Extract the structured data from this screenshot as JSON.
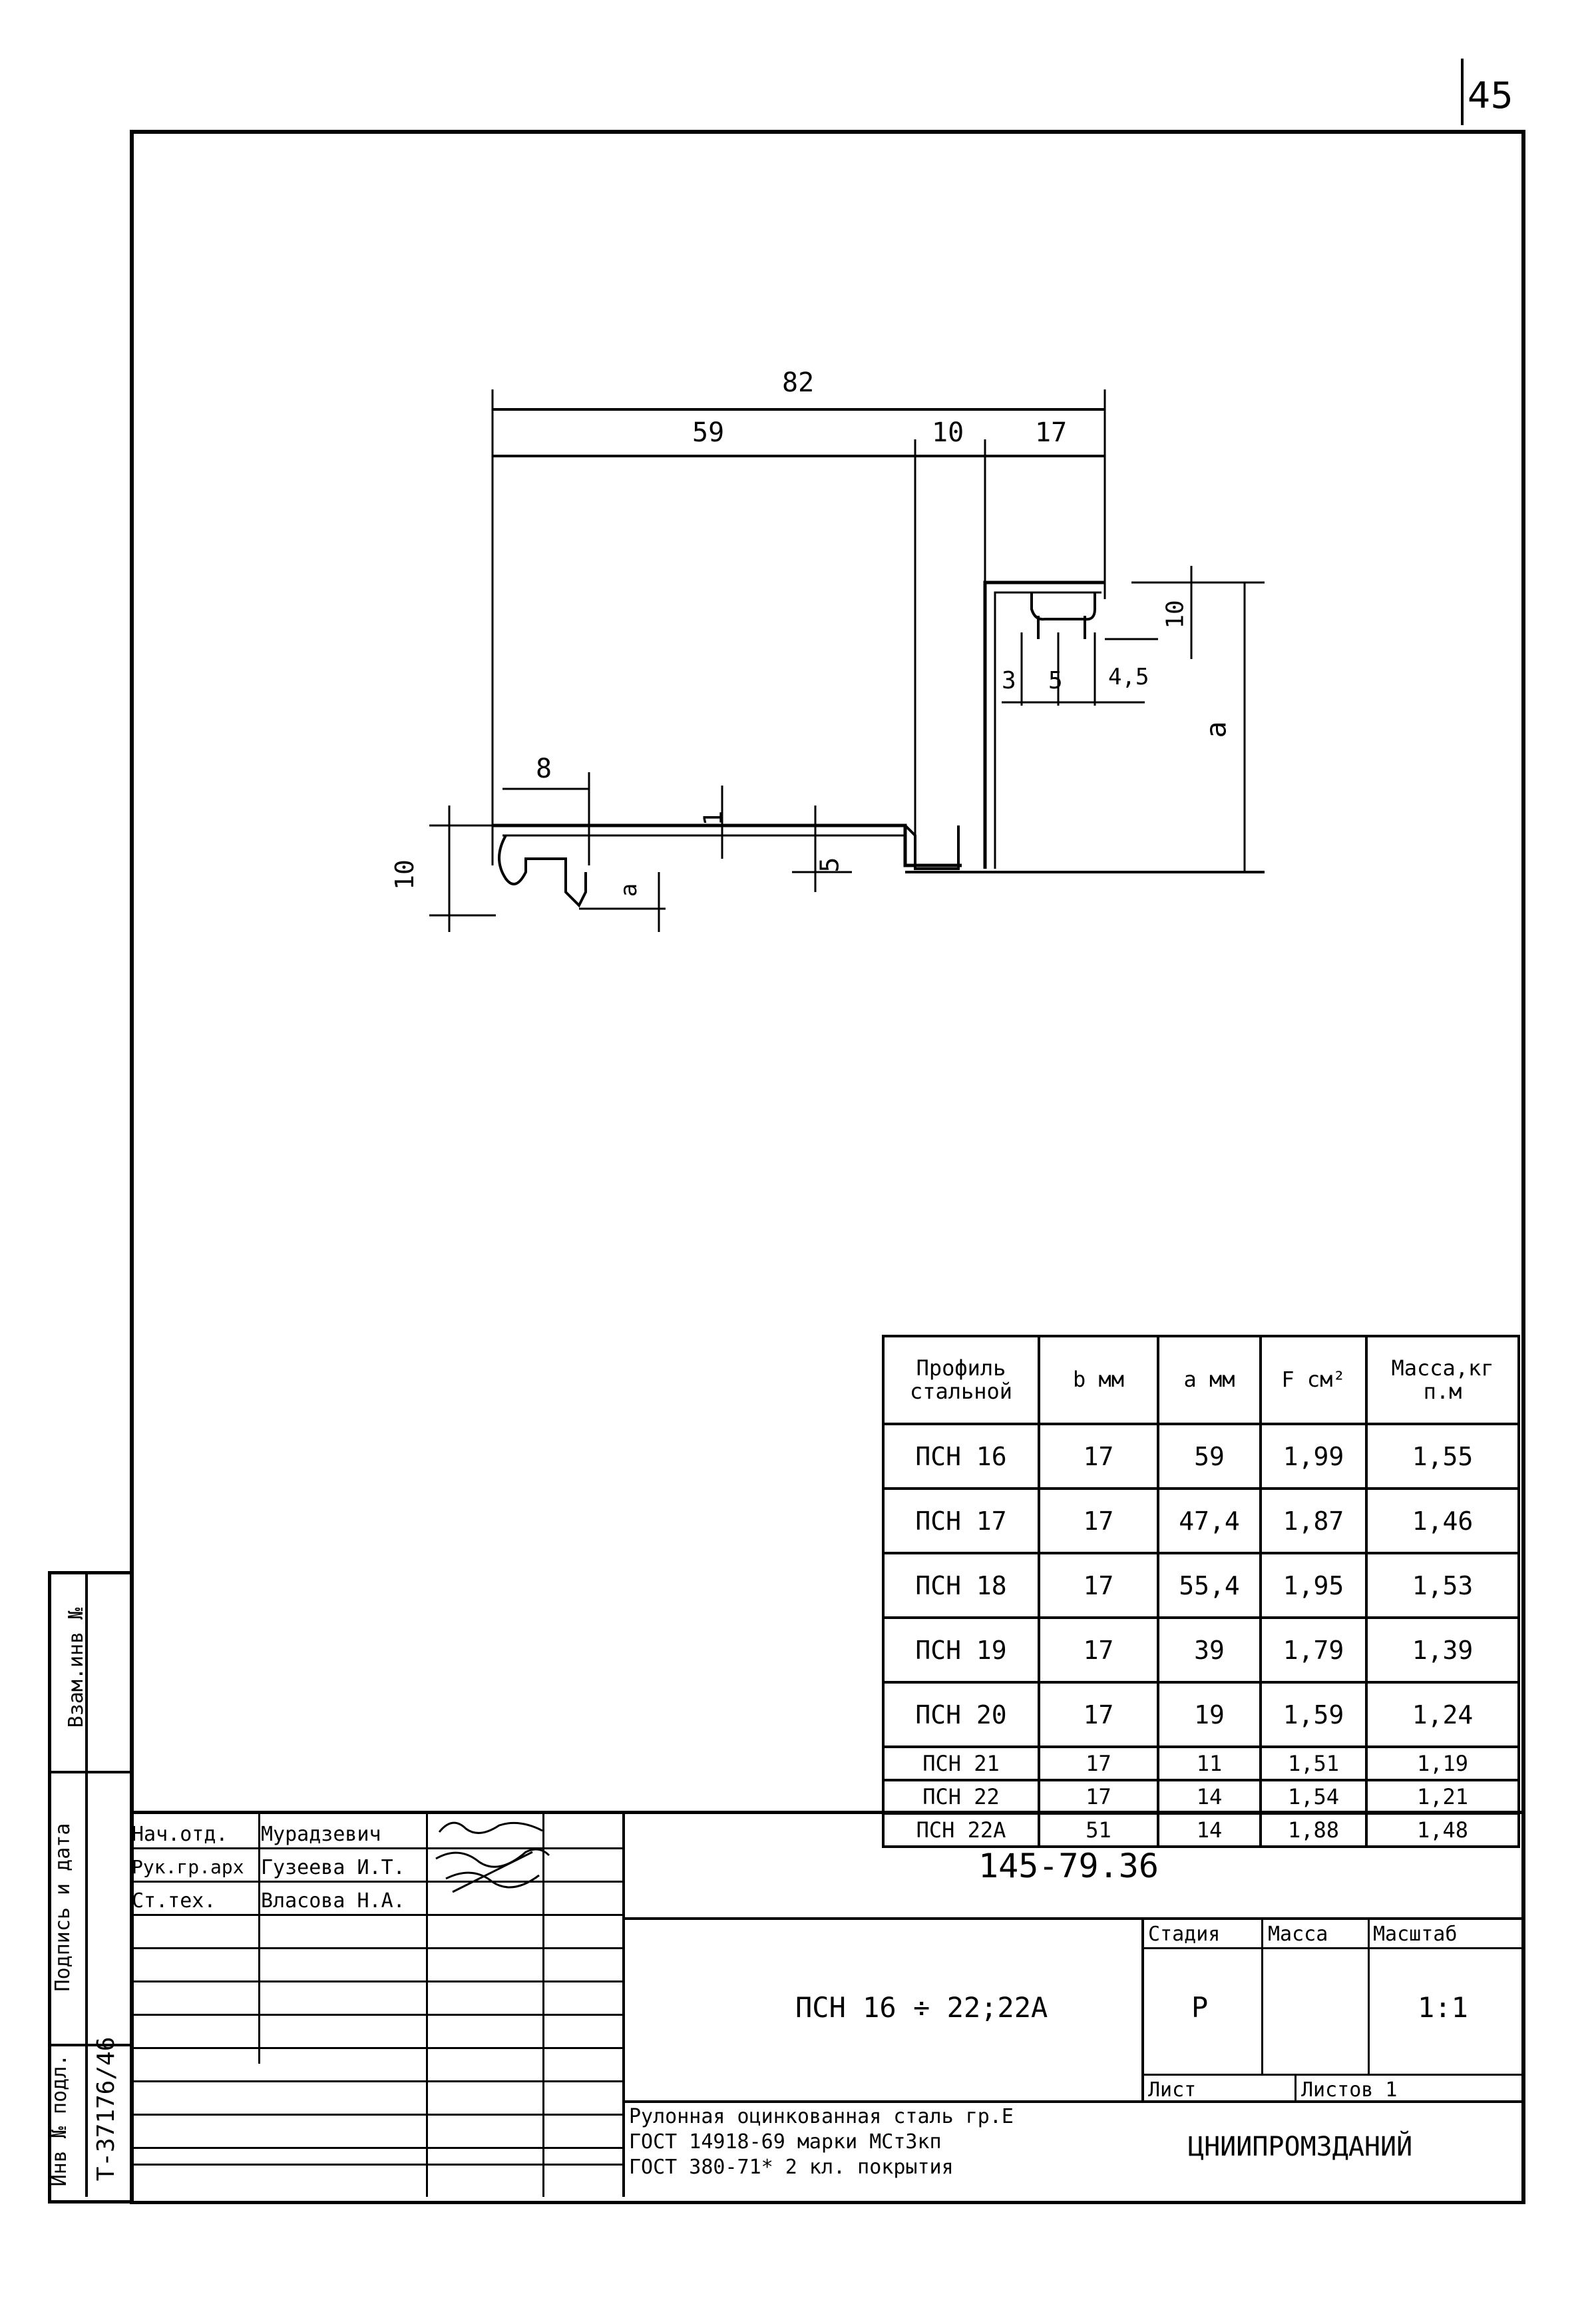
{
  "page_number": "45",
  "drawing": {
    "dims": {
      "total": "82",
      "part1": "59",
      "part2": "10",
      "part3": "17",
      "left_height": "10",
      "left_lip": "8",
      "thickness": "1",
      "small_height": "5",
      "hook_depth": "a",
      "right_height": "10",
      "right_d1": "3",
      "right_d2": "5",
      "right_d3": "4,5",
      "a_label": "a"
    }
  },
  "profile_table": {
    "headers": [
      "Профиль стальной",
      "b мм",
      "a мм",
      "F см²",
      "Масса,кг п.м"
    ],
    "rows": [
      [
        "ПСН 16",
        "17",
        "59",
        "1,99",
        "1,55"
      ],
      [
        "ПСН 17",
        "17",
        "47,4",
        "1,87",
        "1,46"
      ],
      [
        "ПСН 18",
        "17",
        "55,4",
        "1,95",
        "1,53"
      ],
      [
        "ПСН 19",
        "17",
        "39",
        "1,79",
        "1,39"
      ],
      [
        "ПСН 20",
        "17",
        "19",
        "1,59",
        "1,24"
      ],
      [
        "ПСН 21",
        "17",
        "11",
        "1,51",
        "1,19"
      ],
      [
        "ПСН 22",
        "17",
        "14",
        "1,54",
        "1,21"
      ],
      [
        "ПСН 22А",
        "51",
        "14",
        "1,88",
        "1,48"
      ]
    ]
  },
  "side_stamp": {
    "vzam_inv": "Взам.инв №",
    "podpis_data": "Подпись и дата",
    "inv_podl": "Инв № подл.",
    "inv_number": "Т-37176/46"
  },
  "title_block": {
    "doc_code": "145-79.36",
    "rows": [
      {
        "role": "Нач.отд.",
        "name": "Мурадзевич"
      },
      {
        "role": "Рук.гр.арх",
        "name": "Гузеева И.Т."
      },
      {
        "role": "Ст.тех.",
        "name": "Власова Н.А."
      }
    ],
    "product_name": "ПСН 16 ÷ 22;22А",
    "stage_header": "Стадия",
    "mass_header": "Масса",
    "scale_header": "Масштаб",
    "stage_value": "Р",
    "mass_value": "",
    "scale_value": "1:1",
    "sheet_label": "Лист",
    "sheets_label": "Листов 1",
    "material_line1": "Рулонная оцинкованная сталь гр.Е",
    "material_line2": "ГОСТ 14918-69 марки МСт3кп",
    "material_line3": "ГОСТ 380-71* 2 кл. покрытия",
    "organization": "ЦНИИПРОМЗДАНИЙ"
  }
}
